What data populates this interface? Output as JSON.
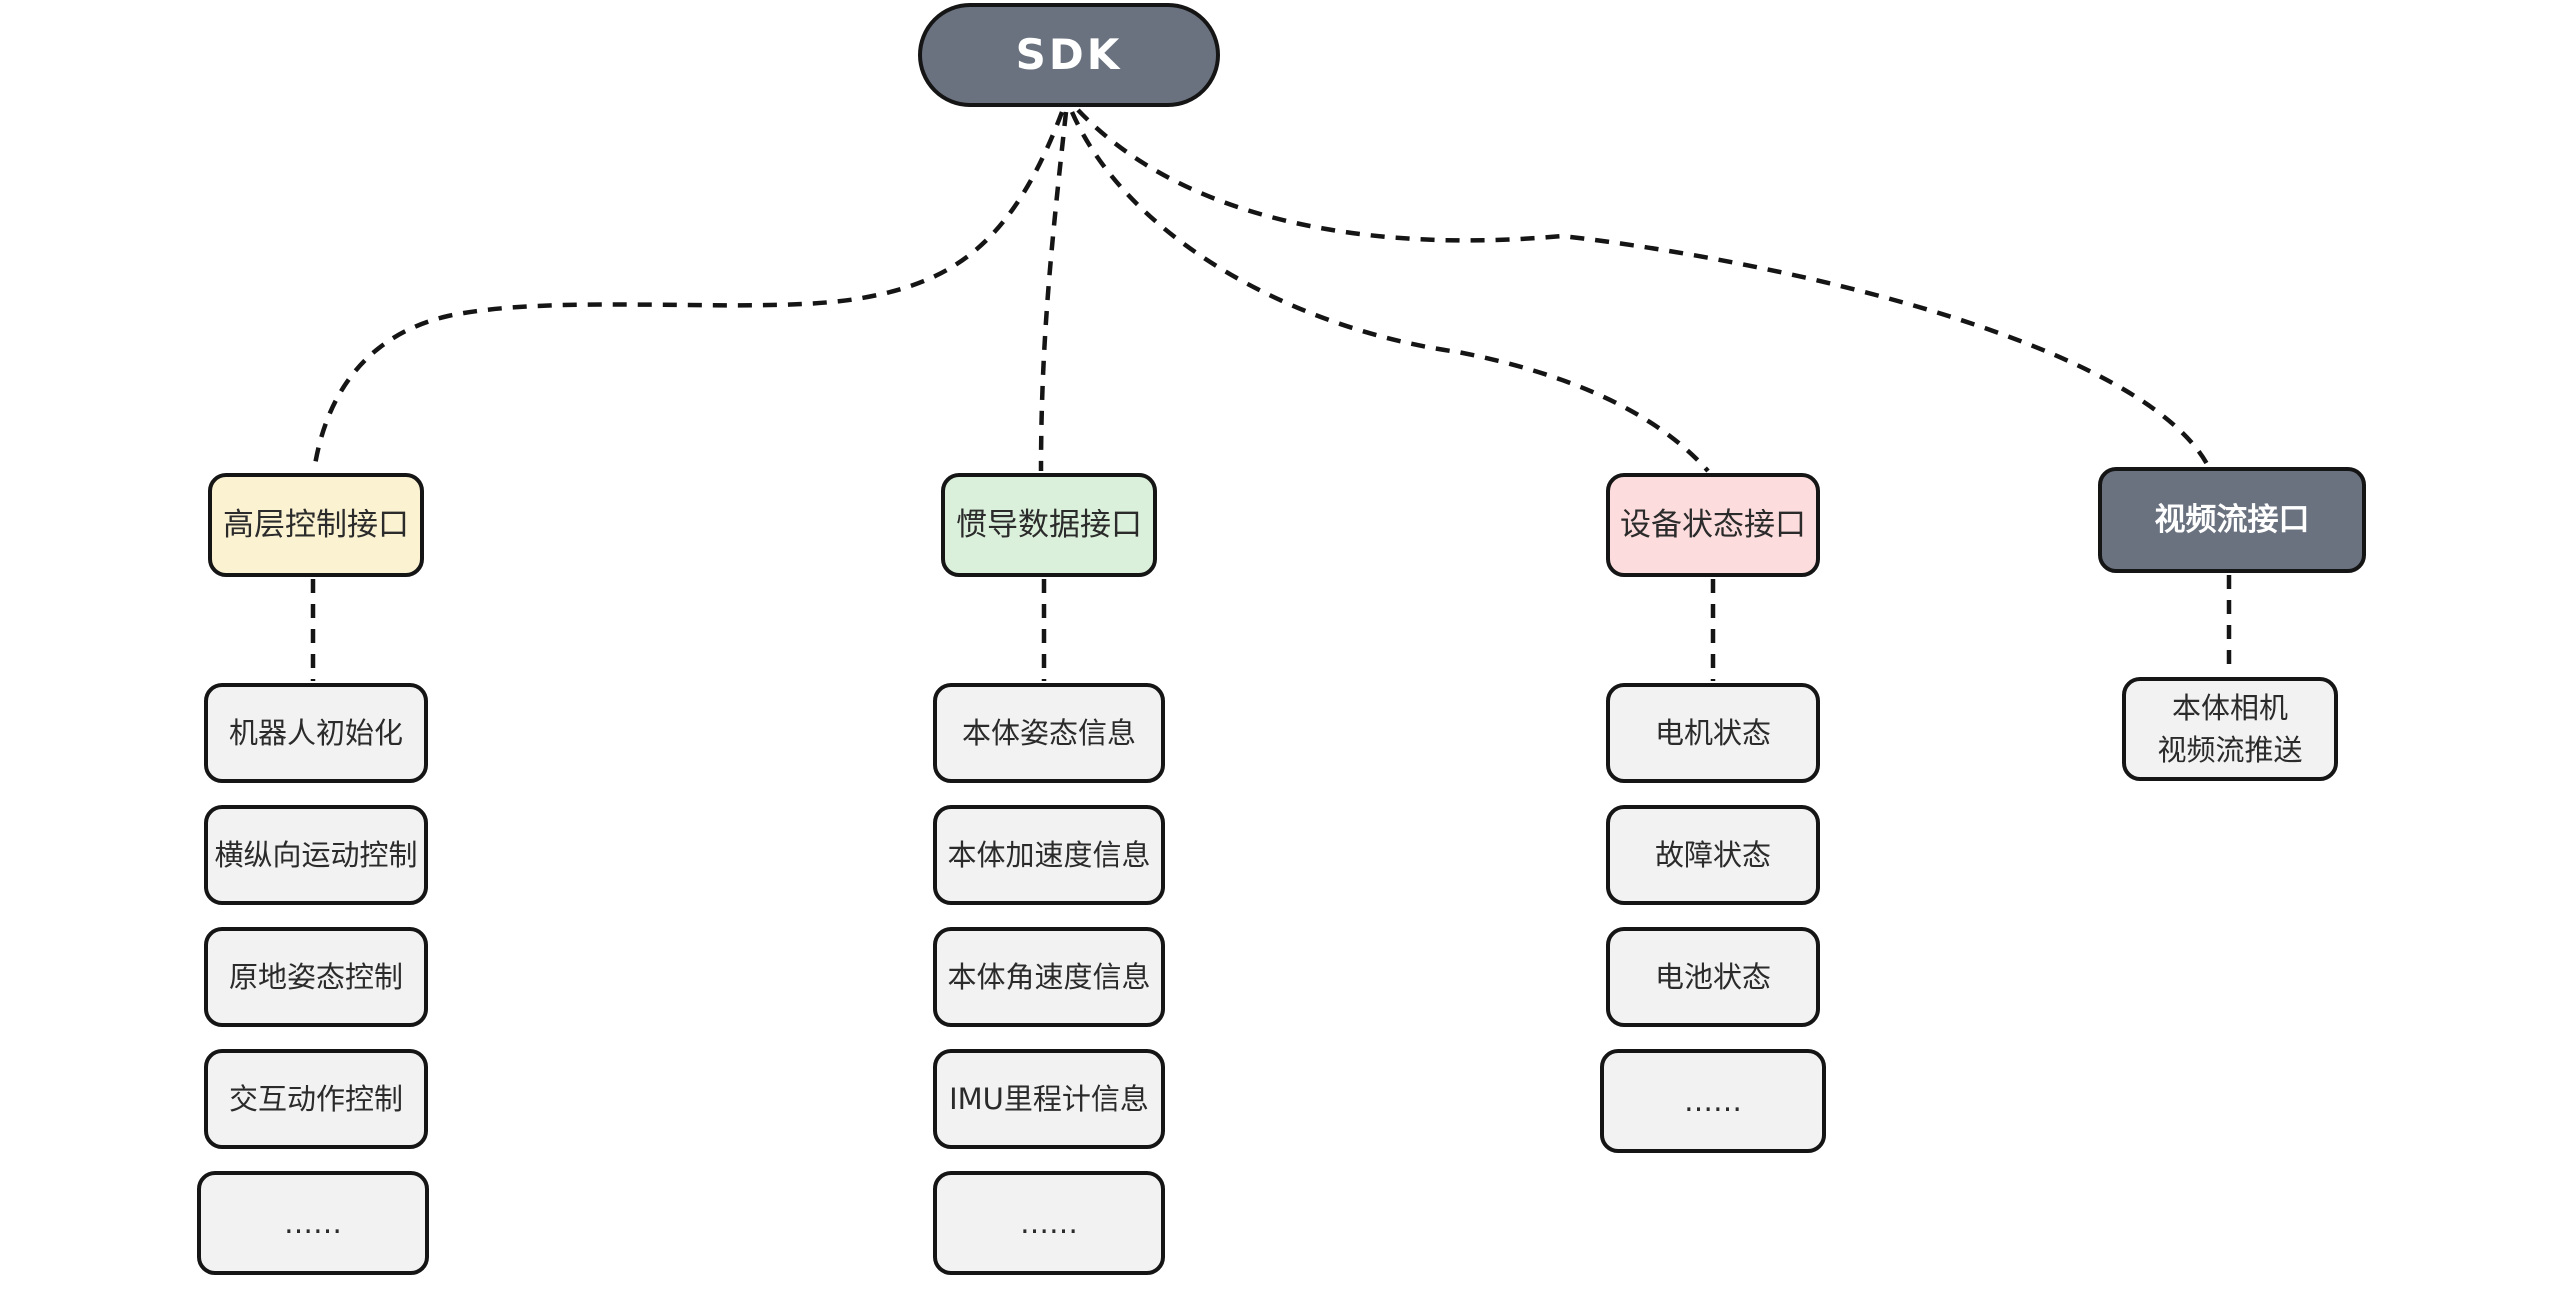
{
  "diagram": {
    "root": {
      "label": "SDK",
      "fill": "#6a7280",
      "text_color": "#ffffff"
    },
    "branches": [
      {
        "label": "高层控制接口",
        "fill": "#fbf2d2",
        "text_color": "#2b2b2b",
        "children": [
          "机器人初始化",
          "横纵向运动控制",
          "原地姿态控制",
          "交互动作控制",
          "……"
        ]
      },
      {
        "label": "惯导数据接口",
        "fill": "#dbf0db",
        "text_color": "#2b2b2b",
        "children": [
          "本体姿态信息",
          "本体加速度信息",
          "本体角速度信息",
          "IMU里程计信息",
          "……"
        ]
      },
      {
        "label": "设备状态接口",
        "fill": "#fcdcdc",
        "text_color": "#2b2b2b",
        "children": [
          "电机状态",
          "故障状态",
          "电池状态",
          "……"
        ]
      },
      {
        "label": "视频流接口",
        "fill": "#6a7280",
        "text_color": "#ffffff",
        "children": [
          "本体相机\n视频流推送"
        ]
      }
    ],
    "palette": {
      "leaf_fill": "#f2f2f2",
      "border_color": "#151515",
      "edge_color": "#151515",
      "background": "#ffffff"
    },
    "edge_style": "dashed"
  }
}
